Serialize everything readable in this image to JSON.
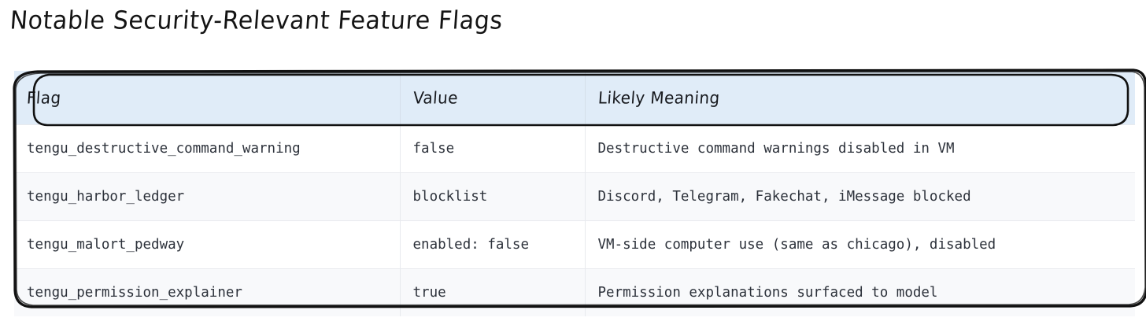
{
  "title": "Notable Security-Relevant Feature Flags",
  "colors": {
    "header_background": "#e0ecf8",
    "header_divider": "#d5dfea",
    "row_divider": "#e8eaee",
    "row_odd_background": "#ffffff",
    "row_even_background": "#f8f9fb",
    "border_stroke": "#111111",
    "text": "#2d323b",
    "title_text": "#141414"
  },
  "table": {
    "columns": [
      {
        "key": "flag",
        "label": "Flag"
      },
      {
        "key": "value",
        "label": "Value"
      },
      {
        "key": "meaning",
        "label": "Likely Meaning"
      }
    ],
    "rows": [
      {
        "flag": "tengu_destructive_command_warning",
        "value": "false",
        "meaning": "Destructive command warnings disabled in VM"
      },
      {
        "flag": "tengu_harbor_ledger",
        "value": "blocklist",
        "meaning": "Discord, Telegram, Fakechat, iMessage blocked"
      },
      {
        "flag": "tengu_malort_pedway",
        "value": "enabled: false",
        "meaning": "VM-side computer use (same as chicago), disabled"
      },
      {
        "flag": "tengu_permission_explainer",
        "value": "true",
        "meaning": "Permission explanations surfaced to model"
      }
    ]
  }
}
